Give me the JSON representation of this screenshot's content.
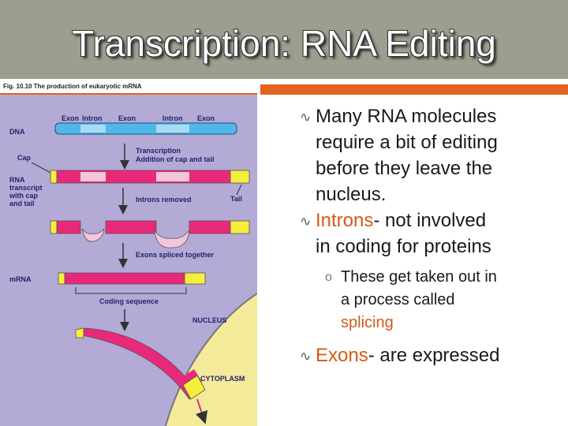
{
  "slide": {
    "title": "Transcription: RNA Editing",
    "colors": {
      "title_bar": "#9c9e8f",
      "accent": "#e2641f",
      "figure_bg": "#b3aad6",
      "cytoplasm": "#f3eb9a"
    }
  },
  "figure": {
    "caption": "Fig. 10.10 The production of eukaryotic mRNA",
    "labels": {
      "dna": "DNA",
      "exon1": "Exon",
      "intron1": "Intron",
      "exon2": "Exon",
      "intron2": "Intron",
      "exon3": "Exon",
      "transcription_1": "Transcription",
      "transcription_2": "Addition of cap and tail",
      "cap": "Cap",
      "rna_1": "RNA",
      "rna_2": "transcript",
      "rna_3": "with cap",
      "rna_4": "and tail",
      "introns_removed": "Introns removed",
      "tail": "Tail",
      "exons_spliced": "Exons spliced together",
      "mrna": "mRNA",
      "coding_sequence": "Coding sequence",
      "nucleus": "NUCLEUS",
      "cytoplasm": "CYTOPLASM"
    }
  },
  "bullets": {
    "b1_lines": [
      "Many RNA molecules",
      "require a bit of editing",
      "before they leave the",
      "nucleus."
    ],
    "b2_term": "Introns",
    "b2_rest_lines": [
      "- not involved",
      "in coding for proteins"
    ],
    "sub_lines": [
      "These get taken out in",
      "a process called"
    ],
    "sub_term": "splicing",
    "b3_term": "Exons",
    "b3_rest": "- are expressed",
    "bullet_icon": "swirl-bullet-icon",
    "sub_icon": "circle-bullet-icon"
  }
}
